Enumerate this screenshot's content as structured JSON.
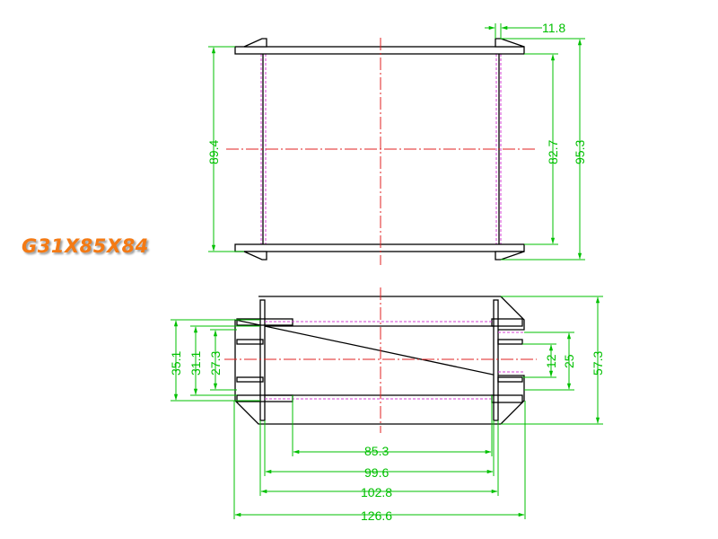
{
  "part_code": "G31X85X84",
  "dimensions": {
    "top_tab_offset": "11.8",
    "inner_height": "82.7",
    "overall_height": "95.3",
    "wall_height": "89.4",
    "slot_width": "35.1",
    "inner_slot_width": "31.1",
    "core_width": "27.3",
    "pin_spacing": "12",
    "pin_outer_spacing": "25",
    "overall_depth": "57.3",
    "window_length": "85.3",
    "flange_inner_length": "99.6",
    "flange_outer_length": "102.8",
    "overall_length": "126.6"
  }
}
